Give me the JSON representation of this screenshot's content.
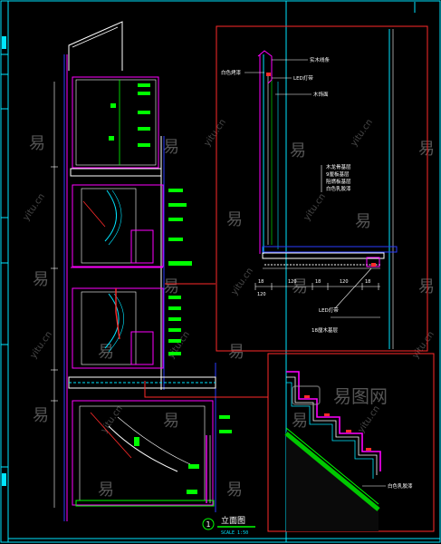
{
  "colors": {
    "background": "#000000",
    "frame": "#00e5ff",
    "detail_border": "#ff2a2a",
    "wall": "#ff00ff",
    "guide": "#00c8ff",
    "green": "#00ff00",
    "yellow": "#ffff33",
    "blue": "#2a3cff",
    "white": "#ffffff"
  },
  "watermark": {
    "char": "易",
    "latin": "yitu.cn",
    "logo_text": "易图网"
  },
  "drawing": {
    "title": "立面图",
    "scale": "SCALE 1:50",
    "number": "1"
  },
  "detail_upper": {
    "labels": [
      "白色烤漆",
      "实木线条",
      "LED灯带",
      "木饰面",
      "木龙骨基层",
      "9厘板基层",
      "阻燃板基层",
      "白色乳胶漆",
      "LED灯带",
      "18厘木基层"
    ],
    "dims": [
      "18",
      "120",
      "18",
      "120",
      "18",
      "120"
    ]
  },
  "detail_lower": {
    "labels": [
      "白色乳胶漆"
    ]
  }
}
